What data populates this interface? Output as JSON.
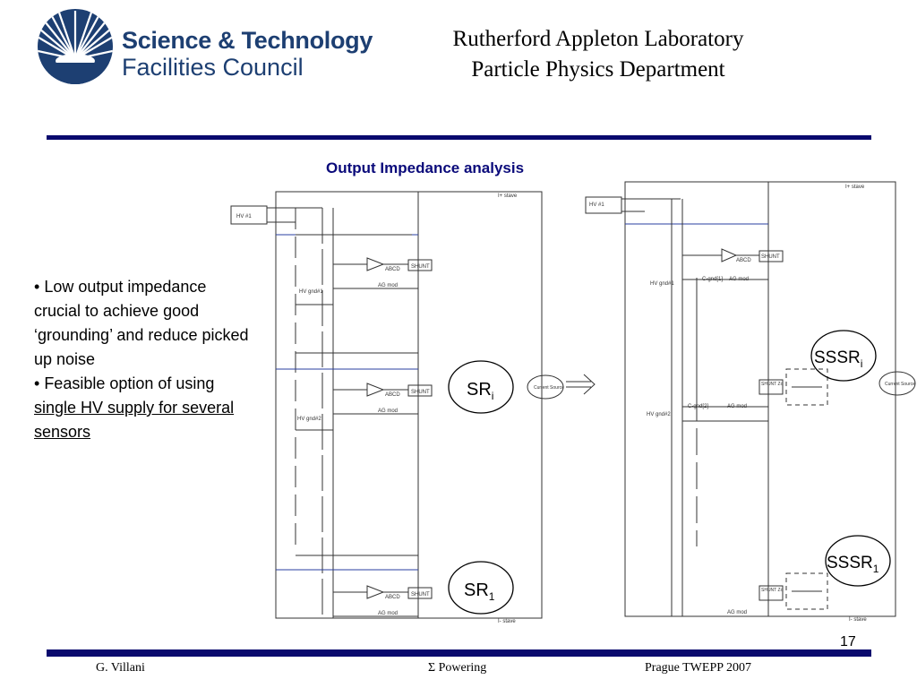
{
  "header": {
    "org_line1": "Science & Technology",
    "org_line2": "Facilities Council",
    "lab_line1": "Rutherford Appleton Laboratory",
    "lab_line2": "Particle Physics Department"
  },
  "slide": {
    "title": "Output Impedance analysis",
    "bullets": [
      {
        "text": "Low output impedance crucial to achieve good ‘grounding’ and reduce picked up noise"
      },
      {
        "prefix": "Feasible option of using ",
        "underlined": "single HV supply for several sensors"
      }
    ],
    "page_number": "17"
  },
  "diagram": {
    "left": {
      "hv_box": "HV #1",
      "stave_top": "I+ stave",
      "stave_bottom": "I- stave",
      "abcd": "ABCD",
      "shunt": "SHUNT",
      "ag_mod": "AG mod",
      "hv_gnd_1": "HV gnd#1",
      "hv_gnd_2": "HV gnd#2",
      "current_source": "Current Source",
      "sr_label": "SR",
      "sr_i_sub": "i",
      "sr_1_sub": "1"
    },
    "right": {
      "hv_box": "HV #1",
      "stave_top": "I+ stave",
      "stave_bottom": "I- stave",
      "abcd": "ABCD",
      "shunt": "SHUNT",
      "shunt_zo": "SHUNT Zo",
      "ag_mod": "AG mod",
      "c_gnd_1": "C-gnd[1]",
      "c_gnd_2": "C-gnd[2]",
      "hv_gnd_1": "HV gnd#1",
      "hv_gnd_2": "HV gnd#2",
      "current_source": "Current Source",
      "sssr_label": "SSSR",
      "sssr_i_sub": "i",
      "sssr_1_sub": "1"
    }
  },
  "footer": {
    "author": "G. Villani",
    "topic": "Σ Powering",
    "event": "Prague TWEPP 2007"
  },
  "colors": {
    "navy": "#0a0a6e",
    "logo_blue": "#1d3f72",
    "title_blue": "#0a0a7a",
    "wire_blue": "#2a3fa0"
  }
}
